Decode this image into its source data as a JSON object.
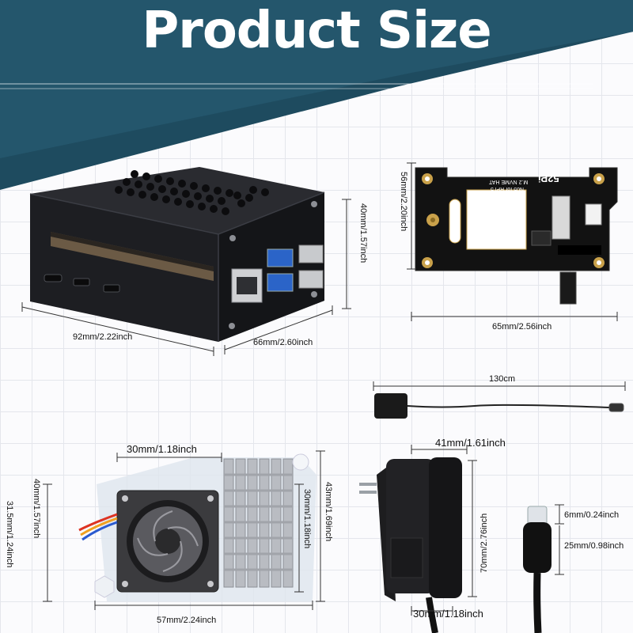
{
  "title": "Product Size",
  "board": {
    "brand": "52Pi",
    "model_line": "M.2 NVME HAT",
    "sub_line": "N05 for RPi 5"
  },
  "labels": {
    "case_length": "92mm/2.22inch",
    "case_width": "66mm/2.60inch",
    "case_height": "40mm/1.57inch",
    "hat_width": "65mm/2.56inch",
    "hat_height": "56mm/2.20inch",
    "cable_length": "130cm",
    "fan_top": "30mm/1.18inch",
    "fan_left_outer": "31.5mm/1.24inch",
    "fan_left_inner": "40mm/1.57inch",
    "fan_right_inner": "30mm/1.18inch",
    "fan_right_outer": "43mm/1.69inch",
    "fan_bottom": "57mm/2.24inch",
    "adapter_top": "41mm/1.61inch",
    "adapter_height": "70mm/2.76inch",
    "adapter_bottom": "30mm/1.18inch",
    "plug_tip": "6mm/0.24inch",
    "plug_body": "25mm/0.98inch"
  },
  "colors": {
    "banner_dark": "#1e4b5f",
    "banner_light": "#2b5f76",
    "case_black": "#1b1c1f",
    "pcb_black": "#111111",
    "gold": "#c9a14a",
    "usb_blue": "#2b64c8",
    "heatsink": "#b9bcc2"
  }
}
